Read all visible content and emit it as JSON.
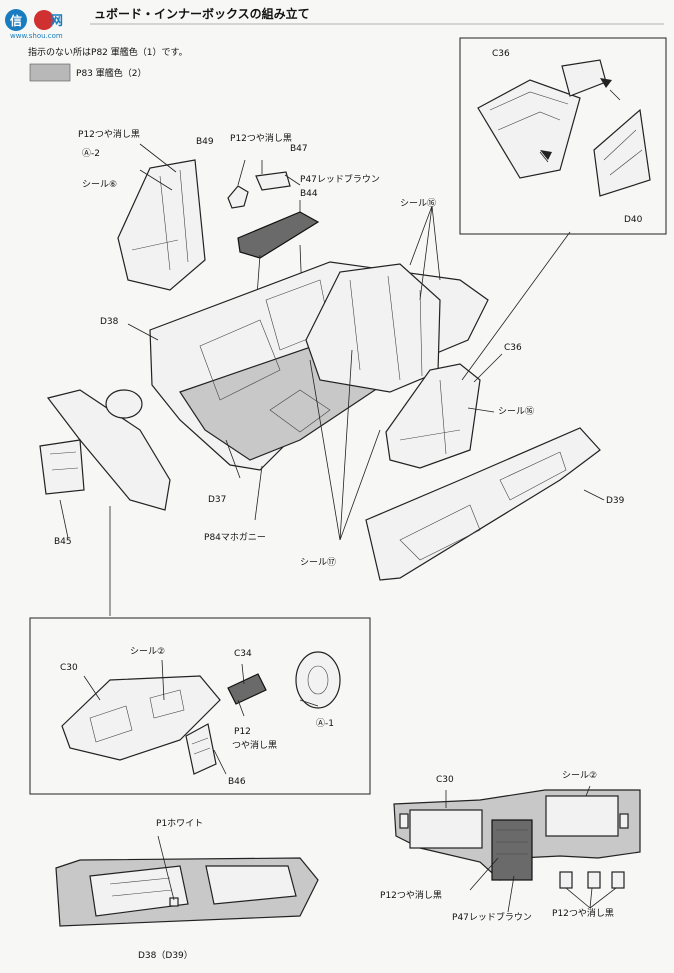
{
  "header": {
    "watermark_text": "信",
    "watermark_text2": "网",
    "watermark_url": "www.shou.com",
    "title": "ュボード・インナーボックスの組み立て"
  },
  "notes": {
    "default_color": "指示のない所はP",
    "default_color_code": "82",
    "default_color_suffix": " 軍艦色（1）です。",
    "swatch_code": "83",
    "swatch_label": " 軍艦色（2）"
  },
  "labels": {
    "p12_matte_black_top": "つや消し黒",
    "p12_code": "12",
    "a2_seat": "Ⓐ-2",
    "seal6": "シール⑥",
    "b49": "B49",
    "b47": "B47",
    "p47_code": "47",
    "p47_red_brown": "レッドブラウン",
    "b44": "B44",
    "seal16_top": "シール⑯",
    "d38": "D38",
    "c36_mid": "C36",
    "seal16_right": "シール⑯",
    "b45": "B45",
    "d37": "D37",
    "p84_code": "84",
    "p84_mahogany": "マホガニー",
    "seal17": "シール⑰",
    "d39": "D39",
    "c36_inset": "C36",
    "d40": "D40",
    "seal2_left": "シール②",
    "c34": "C34",
    "c30_left": "C30",
    "p12_code_b": "12",
    "p12_matte_black_b": "つや消し黒",
    "a1": "Ⓐ-1",
    "b46": "B46",
    "c30_right": "C30",
    "seal2_right": "シール②",
    "p1_code": "1",
    "p1_white": "ホワイト",
    "p12_code_c": "12",
    "p12_matte_black_c": "つや消し黒",
    "p47_code_b": "47",
    "p47_red_brown_b": "レッドブラウン",
    "p12_code_d": "12",
    "p12_matte_black_d": "つや消し黒",
    "d38_d39": "D38（D39）"
  },
  "colors": {
    "swatch_gray": "#b8b8b8",
    "watermark_blue": "#1a7cc0"
  }
}
